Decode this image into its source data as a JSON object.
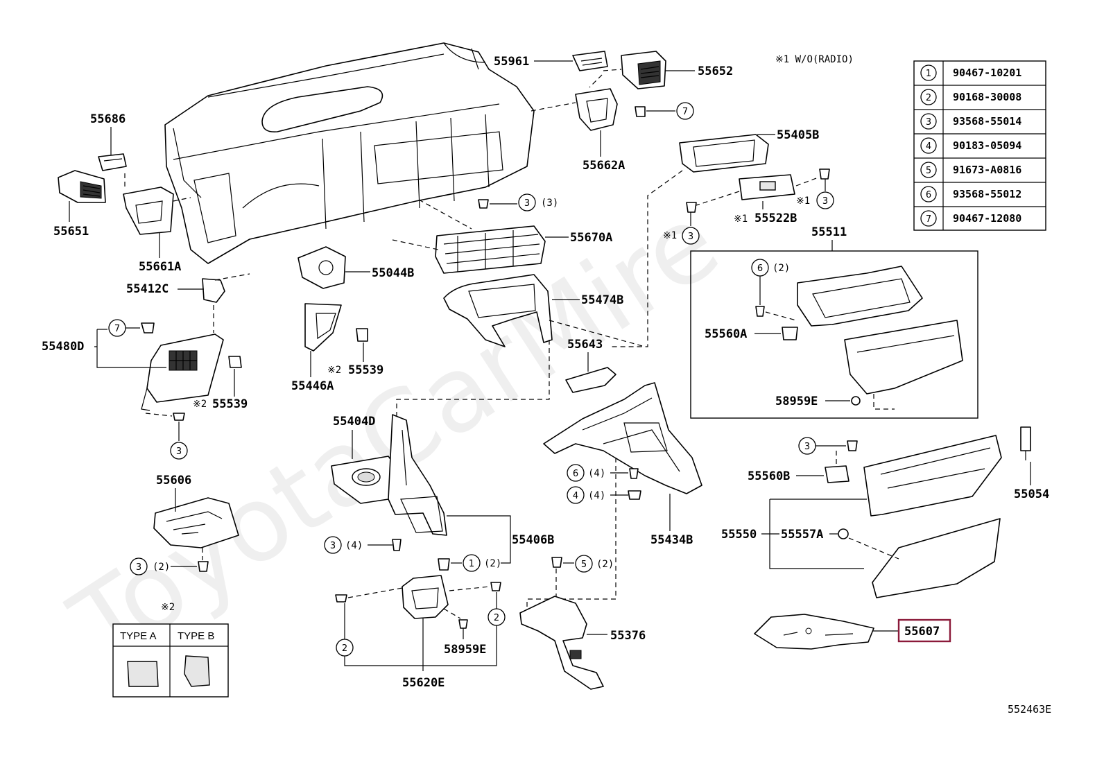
{
  "watermark": "ToyotaCarMire",
  "drawing_code": "552463E",
  "note_radio": "※1 W/O(RADIO)",
  "highlight_color": "#8b1a3a",
  "legend": [
    {
      "num": "1",
      "part": "90467-10201"
    },
    {
      "num": "2",
      "part": "90168-30008"
    },
    {
      "num": "3",
      "part": "93568-55014"
    },
    {
      "num": "4",
      "part": "90183-05094"
    },
    {
      "num": "5",
      "part": "91673-A0816"
    },
    {
      "num": "6",
      "part": "93568-55012"
    },
    {
      "num": "7",
      "part": "90467-12080"
    }
  ],
  "labels": {
    "p55686": "55686",
    "p55651": "55651",
    "p55661A": "55661A",
    "p55412C": "55412C",
    "p55480D": "55480D",
    "p55539a": "55539",
    "p55539b": "55539",
    "p55446A": "55446A",
    "p55044B": "55044B",
    "p55961": "55961",
    "p55652": "55652",
    "p55662A": "55662A",
    "p55405B": "55405B",
    "p55522B": "55522B",
    "p55670A": "55670A",
    "p55474B": "55474B",
    "p55643": "55643",
    "p55511": "55511",
    "p55560A": "55560A",
    "p58959Ea": "58959E",
    "p55404D": "55404D",
    "p55406B": "55406B",
    "p55434B": "55434B",
    "p55560B": "55560B",
    "p55054": "55054",
    "p55550": "55550",
    "p55557A": "55557A",
    "p55606": "55606",
    "p55376": "55376",
    "p58959Eb": "58959E",
    "p55620E": "55620E",
    "p55607": "55607"
  },
  "qty": {
    "q3a": "(3)",
    "q2a": "(2)",
    "q4a": "(4)",
    "q4b": "(4)",
    "q4c": "(4)",
    "q2b": "(2)",
    "q2c": "(2)",
    "q2d": "(2)"
  },
  "marks": {
    "m1a": "※1",
    "m1b": "※1",
    "m1c": "※1",
    "m2a": "※2",
    "m2b": "※2",
    "m2c": "※2"
  },
  "type_box": {
    "type_a": "TYPE A",
    "type_b": "TYPE B"
  }
}
